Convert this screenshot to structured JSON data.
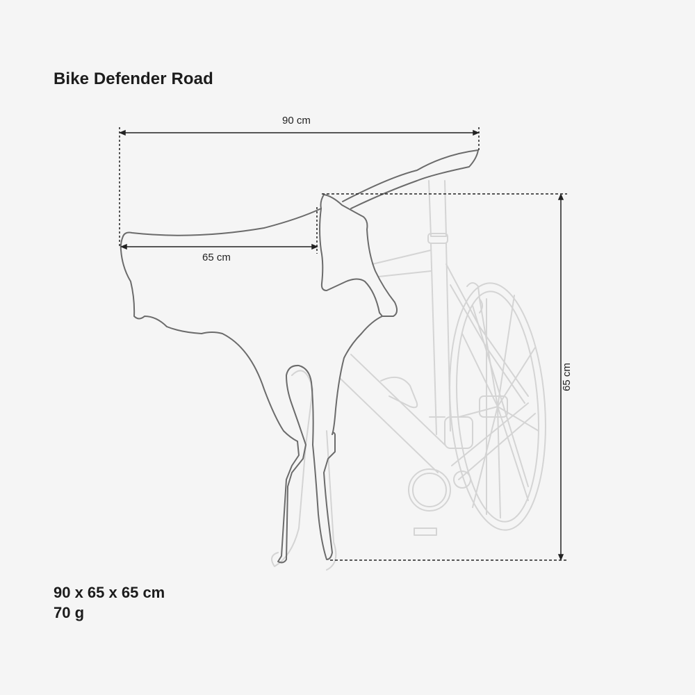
{
  "title": "Bike Defender Road",
  "dimensions": {
    "length_label": "90 cm",
    "inner_length_label": "65 cm",
    "height_label": "65 cm"
  },
  "specs": {
    "size": "90 x 65 x 65 cm",
    "weight": "70 g"
  },
  "colors": {
    "background": "#f5f5f5",
    "product_outline": "#6b6b6b",
    "bike_outline": "#d4d4d4",
    "dimension_line": "#222222",
    "text": "#1c1c1c"
  }
}
